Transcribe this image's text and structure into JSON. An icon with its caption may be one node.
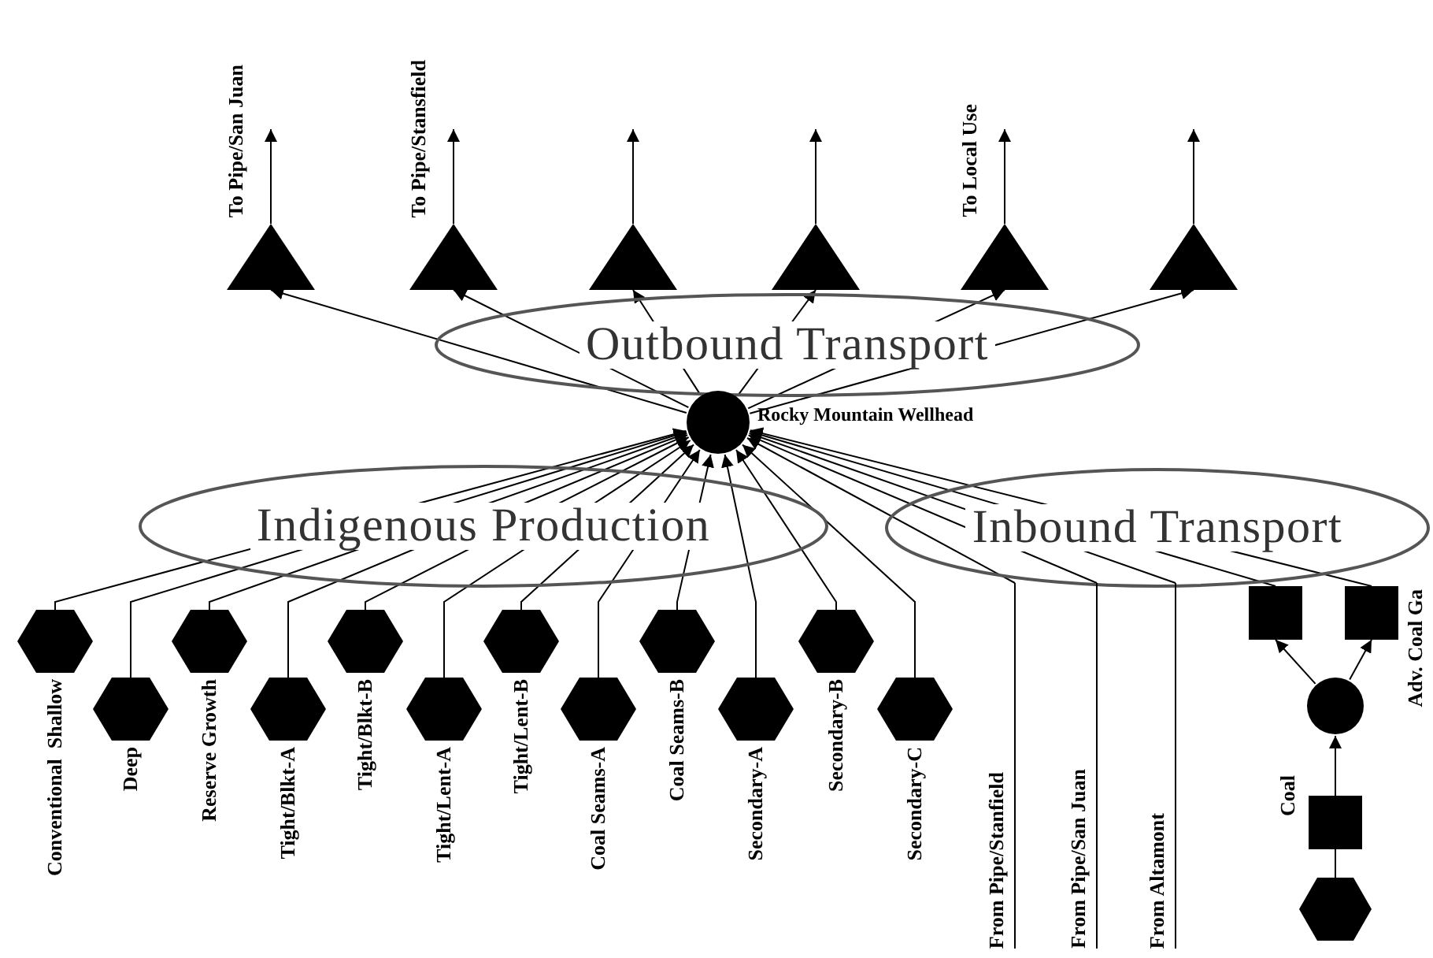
{
  "diagram": {
    "nodes": [
      {
        "text": [],
        "shape": "circle",
        "beside": [
          "Rocky Mountain Wellhead"
        ]
      },
      {
        "text": [],
        "shape": "triangle",
        "beside": [
          "To Pipe/San Juan"
        ]
      },
      {
        "text": [],
        "shape": "triangle",
        "beside": [
          "To Pipe/Stansfield"
        ]
      },
      {
        "text": [],
        "shape": "triangle"
      },
      {
        "text": [],
        "shape": "triangle"
      },
      {
        "text": [],
        "shape": "triangle",
        "beside": [
          "To Local Use"
        ]
      },
      {
        "text": [],
        "shape": "triangle"
      },
      {
        "text": [],
        "shape": "hexagon",
        "beside": [
          "Conventional  Shallow"
        ]
      },
      {
        "text": [],
        "shape": "hexagon",
        "beside": [
          "Deep"
        ]
      },
      {
        "text": [],
        "shape": "hexagon",
        "beside": [
          "Reserve Growth"
        ]
      },
      {
        "text": [],
        "shape": "hexagon",
        "beside": [
          "Tight/Blkt-A"
        ]
      },
      {
        "text": [],
        "shape": "hexagon",
        "beside": [
          "Tight/Blkt-B"
        ]
      },
      {
        "text": [],
        "shape": "hexagon",
        "beside": [
          "Tight/Lent-A"
        ]
      },
      {
        "text": [],
        "shape": "hexagon",
        "beside": [
          "Tight/Lent-B"
        ]
      },
      {
        "text": [],
        "shape": "hexagon",
        "beside": [
          "Coal Seams-A"
        ]
      },
      {
        "text": [],
        "shape": "hexagon",
        "beside": [
          "Coal Seams-B"
        ]
      },
      {
        "text": [],
        "shape": "hexagon",
        "beside": [
          "Secondary-A"
        ]
      },
      {
        "text": [],
        "shape": "hexagon",
        "beside": [
          "Secondary-B"
        ]
      },
      {
        "text": [],
        "shape": "hexagon",
        "beside": [
          "Secondary-C"
        ]
      },
      {
        "text": [
          "From Pipe/Stanfield"
        ]
      },
      {
        "text": [
          "From Pipe/San Juan"
        ]
      },
      {
        "text": [
          "From Altamont"
        ]
      },
      {
        "text": [],
        "shape": "box"
      },
      {
        "text": [],
        "shape": "box",
        "beside": [
          "Adv. Coal Ga"
        ]
      },
      {
        "text": [],
        "shape": "circle"
      },
      {
        "text": [],
        "shape": "box",
        "beside": [
          "Coal"
        ]
      },
      {
        "text": [],
        "shape": "hexagon"
      }
    ],
    "edges": [
      {
        "from": 0,
        "to": 1,
        "arrow": "to"
      },
      {
        "from": 0,
        "to": 2,
        "arrow": "to"
      },
      {
        "from": 0,
        "to": 3,
        "arrow": "to"
      },
      {
        "from": 0,
        "to": 4,
        "arrow": "to"
      },
      {
        "from": 0,
        "to": 5,
        "arrow": "to"
      },
      {
        "from": 0,
        "to": 6,
        "arrow": "to"
      },
      {
        "from": 1,
        "to": null,
        "arrow": "to"
      },
      {
        "from": 2,
        "to": null,
        "arrow": "to"
      },
      {
        "from": 3,
        "to": null,
        "arrow": "to"
      },
      {
        "from": 4,
        "to": null,
        "arrow": "to"
      },
      {
        "from": 5,
        "to": null,
        "arrow": "to"
      },
      {
        "from": 6,
        "to": null,
        "arrow": "to"
      },
      {
        "from": 7,
        "to": 0,
        "arrow": "to"
      },
      {
        "from": 8,
        "to": 0,
        "arrow": "to"
      },
      {
        "from": 9,
        "to": 0,
        "arrow": "to"
      },
      {
        "from": 10,
        "to": 0,
        "arrow": "to"
      },
      {
        "from": 11,
        "to": 0,
        "arrow": "to"
      },
      {
        "from": 12,
        "to": 0,
        "arrow": "to"
      },
      {
        "from": 13,
        "to": 0,
        "arrow": "to"
      },
      {
        "from": 14,
        "to": 0,
        "arrow": "to"
      },
      {
        "from": 15,
        "to": 0,
        "arrow": "to"
      },
      {
        "from": 16,
        "to": 0,
        "arrow": "to"
      },
      {
        "from": 17,
        "to": 0,
        "arrow": "to"
      },
      {
        "from": 18,
        "to": 0,
        "arrow": "to"
      },
      {
        "from": 19,
        "to": 0,
        "arrow": "to"
      },
      {
        "from": 20,
        "to": 0,
        "arrow": "to"
      },
      {
        "from": 21,
        "to": 0,
        "arrow": "to"
      },
      {
        "from": 22,
        "to": 0,
        "arrow": "to"
      },
      {
        "from": 23,
        "to": 0,
        "arrow": "to"
      },
      {
        "from": 24,
        "to": 22,
        "arrow": "to"
      },
      {
        "from": 24,
        "to": 23,
        "arrow": "to"
      },
      {
        "from": 25,
        "to": 24,
        "arrow": "to"
      },
      {
        "from": 26,
        "to": 25,
        "arrow": "none"
      }
    ],
    "labels": [
      "Outbound Transport",
      "Indigenous Production",
      "Inbound Transport"
    ]
  }
}
